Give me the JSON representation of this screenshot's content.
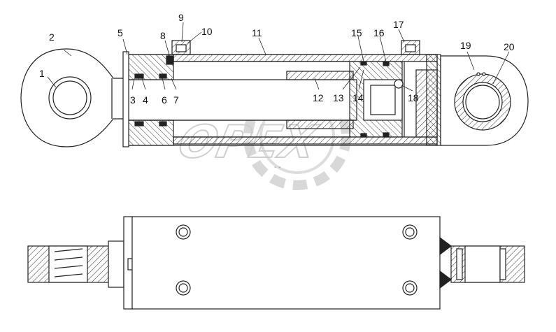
{
  "callouts": [
    "1",
    "2",
    "3",
    "4",
    "5",
    "6",
    "7",
    "8",
    "9",
    "10",
    "11",
    "12",
    "13",
    "14",
    "15",
    "16",
    "17",
    "18",
    "19",
    "20"
  ],
  "watermark": {
    "text": "OPEX",
    "subtext": "- -"
  },
  "colors": {
    "line": "#222222",
    "hatch": "#333333",
    "watermark": "#cfcfcf",
    "background": "#ffffff"
  },
  "icons": {
    "bolt": "hex-bolt-icon",
    "gear": "gear-watermark-icon"
  }
}
